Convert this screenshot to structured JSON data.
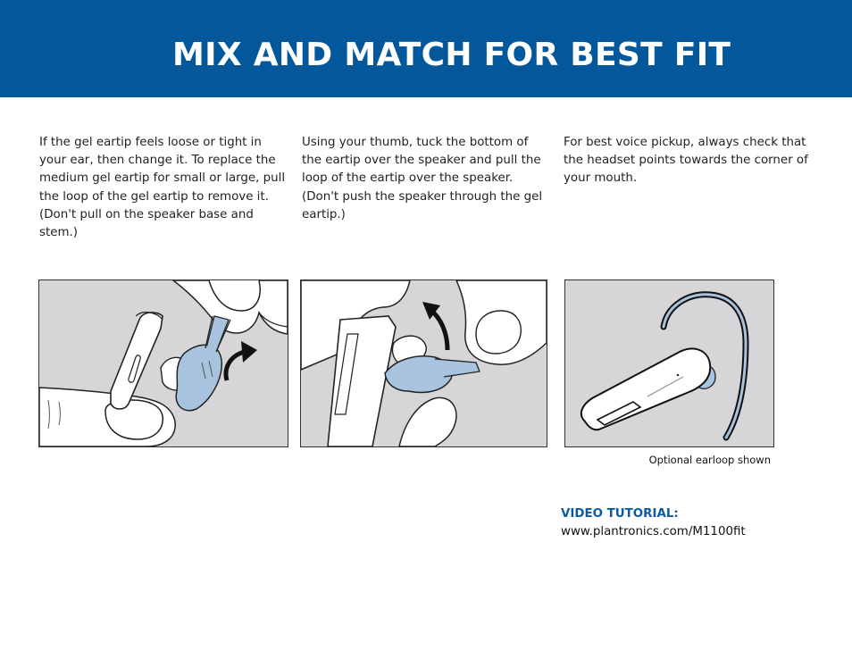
{
  "header": {
    "title": "MIX AND MATCH FOR BEST FIT",
    "band_color": "#03579b"
  },
  "steps": [
    {
      "text": "If the gel eartip feels loose or tight in your ear, then change it. To replace the medium gel eartip for small or large, pull the loop of the gel eartip to remove it. (Don't pull on the speaker base and stem.)"
    },
    {
      "text": "Using your thumb, tuck the bottom of the eartip over the speaker and pull the loop of the eartip over the speaker. (Don't push the speaker through the gel eartip.)"
    },
    {
      "text": "For best voice pickup, always check that the headset points towards the corner of your mouth."
    }
  ],
  "illustrations": [
    {
      "icon": "remove-eartip-illustration"
    },
    {
      "icon": "tuck-eartip-illustration"
    },
    {
      "icon": "headset-earloop-illustration",
      "caption": "Optional earloop shown"
    }
  ],
  "video": {
    "label": "VIDEO TUTORIAL:",
    "url": "www.plantronics.com/M1100fit",
    "accent_color": "#0c5aa3"
  },
  "colors": {
    "eartip_blue": "#a7c3de",
    "panel_gray": "#d6d6d8"
  }
}
